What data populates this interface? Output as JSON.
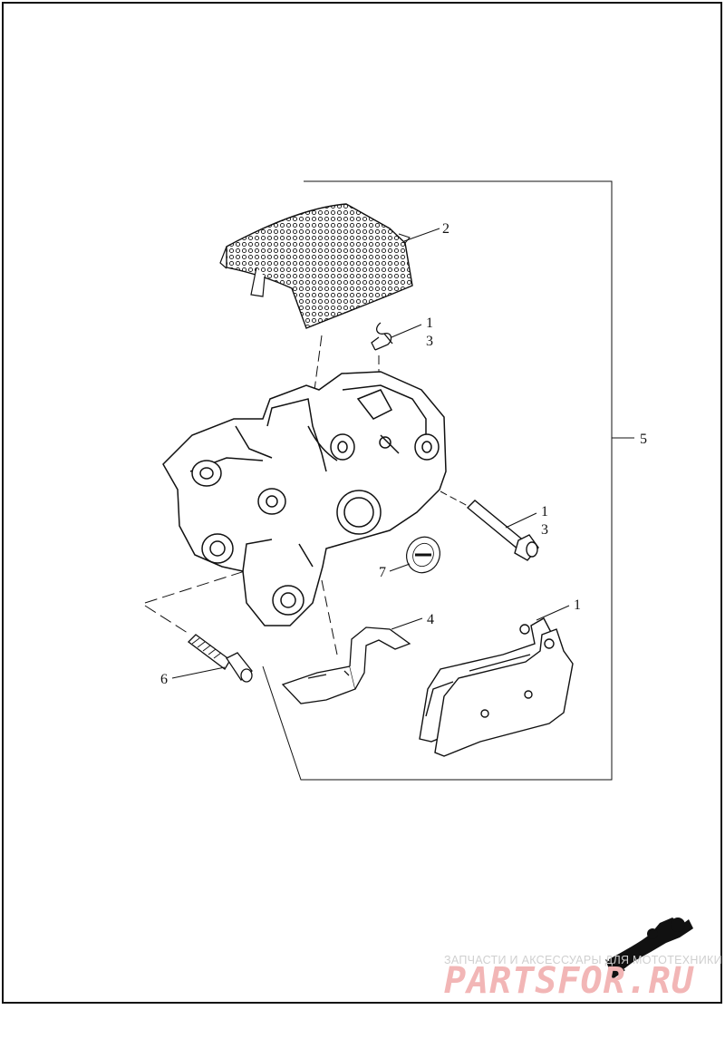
{
  "callouts": {
    "c1_clip": "1",
    "c3_clip": "3",
    "c2": "2",
    "c1_pin": "1",
    "c3_pin": "3",
    "c5": "5",
    "c7": "7",
    "c4": "4",
    "c1_pads": "1",
    "c6": "6"
  },
  "watermark": {
    "tagline": "ЗАПЧАСТИ И АКСЕССУАРЫ ДЛЯ МОТОТЕХНИКИ",
    "brand": "PARTSFOR.RU",
    "brand_color": "#f2b6b6",
    "logo": "motorcycle-rider-icon"
  },
  "colors": {
    "line": "#111111",
    "background": "#ffffff"
  }
}
